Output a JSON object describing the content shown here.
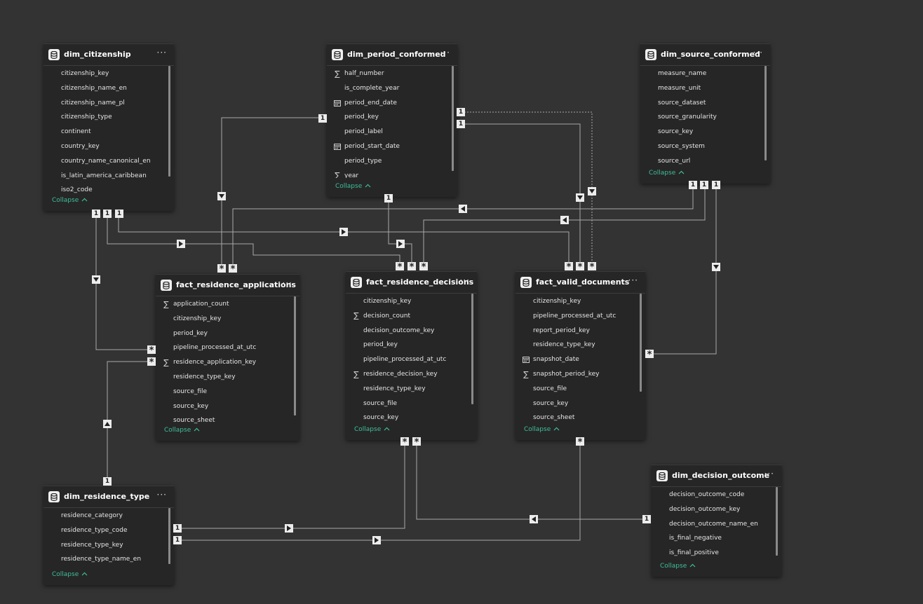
{
  "tables": [
    {
      "id": "dim_citizenship",
      "title": "dim_citizenship",
      "collapse_label": "Collapse",
      "fields": [
        {
          "name": "citizenship_key",
          "icon": ""
        },
        {
          "name": "citizenship_name_en",
          "icon": ""
        },
        {
          "name": "citizenship_name_pl",
          "icon": ""
        },
        {
          "name": "citizenship_type",
          "icon": ""
        },
        {
          "name": "continent",
          "icon": ""
        },
        {
          "name": "country_key",
          "icon": ""
        },
        {
          "name": "country_name_canonical_en",
          "icon": ""
        },
        {
          "name": "is_latin_america_caribbean",
          "icon": ""
        },
        {
          "name": "iso2_code",
          "icon": ""
        }
      ]
    },
    {
      "id": "dim_period_conformed",
      "title": "dim_period_conformed",
      "collapse_label": "Collapse",
      "fields": [
        {
          "name": "half_number",
          "icon": "sigma-icon"
        },
        {
          "name": "is_complete_year",
          "icon": ""
        },
        {
          "name": "period_end_date",
          "icon": "calendar-icon"
        },
        {
          "name": "period_key",
          "icon": ""
        },
        {
          "name": "period_label",
          "icon": ""
        },
        {
          "name": "period_start_date",
          "icon": "calendar-icon"
        },
        {
          "name": "period_type",
          "icon": ""
        },
        {
          "name": "year",
          "icon": "sigma-icon"
        }
      ]
    },
    {
      "id": "dim_source_conformed",
      "title": "dim_source_conformed",
      "collapse_label": "Collapse",
      "fields": [
        {
          "name": "measure_name",
          "icon": ""
        },
        {
          "name": "measure_unit",
          "icon": ""
        },
        {
          "name": "source_dataset",
          "icon": ""
        },
        {
          "name": "source_granularity",
          "icon": ""
        },
        {
          "name": "source_key",
          "icon": ""
        },
        {
          "name": "source_system",
          "icon": ""
        },
        {
          "name": "source_url",
          "icon": ""
        }
      ]
    },
    {
      "id": "fact_residence_applications",
      "title": "fact_residence_applications",
      "collapse_label": "Collapse",
      "fields": [
        {
          "name": "application_count",
          "icon": "sigma-icon"
        },
        {
          "name": "citizenship_key",
          "icon": ""
        },
        {
          "name": "period_key",
          "icon": ""
        },
        {
          "name": "pipeline_processed_at_utc",
          "icon": ""
        },
        {
          "name": "residence_application_key",
          "icon": "sigma-icon"
        },
        {
          "name": "residence_type_key",
          "icon": ""
        },
        {
          "name": "source_file",
          "icon": ""
        },
        {
          "name": "source_key",
          "icon": ""
        },
        {
          "name": "source_sheet",
          "icon": ""
        }
      ]
    },
    {
      "id": "fact_residence_decisions",
      "title": "fact_residence_decisions",
      "collapse_label": "Collapse",
      "fields": [
        {
          "name": "citizenship_key",
          "icon": ""
        },
        {
          "name": "decision_count",
          "icon": "sigma-icon"
        },
        {
          "name": "decision_outcome_key",
          "icon": ""
        },
        {
          "name": "period_key",
          "icon": ""
        },
        {
          "name": "pipeline_processed_at_utc",
          "icon": ""
        },
        {
          "name": "residence_decision_key",
          "icon": "sigma-icon"
        },
        {
          "name": "residence_type_key",
          "icon": ""
        },
        {
          "name": "source_file",
          "icon": ""
        },
        {
          "name": "source_key",
          "icon": ""
        }
      ]
    },
    {
      "id": "fact_valid_documents",
      "title": "fact_valid_documents",
      "collapse_label": "Collapse",
      "fields": [
        {
          "name": "citizenship_key",
          "icon": ""
        },
        {
          "name": "pipeline_processed_at_utc",
          "icon": ""
        },
        {
          "name": "report_period_key",
          "icon": ""
        },
        {
          "name": "residence_type_key",
          "icon": ""
        },
        {
          "name": "snapshot_date",
          "icon": "calendar-icon"
        },
        {
          "name": "snapshot_period_key",
          "icon": "sigma-icon"
        },
        {
          "name": "source_file",
          "icon": ""
        },
        {
          "name": "source_key",
          "icon": ""
        },
        {
          "name": "source_sheet",
          "icon": ""
        }
      ]
    },
    {
      "id": "dim_residence_type",
      "title": "dim_residence_type",
      "collapse_label": "Collapse",
      "fields": [
        {
          "name": "residence_category",
          "icon": ""
        },
        {
          "name": "residence_type_code",
          "icon": ""
        },
        {
          "name": "residence_type_key",
          "icon": ""
        },
        {
          "name": "residence_type_name_en",
          "icon": ""
        }
      ]
    },
    {
      "id": "dim_decision_outcome",
      "title": "dim_decision_outcome",
      "collapse_label": "Collapse",
      "fields": [
        {
          "name": "decision_outcome_code",
          "icon": ""
        },
        {
          "name": "decision_outcome_key",
          "icon": ""
        },
        {
          "name": "decision_outcome_name_en",
          "icon": ""
        },
        {
          "name": "is_final_negative",
          "icon": ""
        },
        {
          "name": "is_final_positive",
          "icon": ""
        }
      ]
    }
  ],
  "markers": {
    "one": "1",
    "many": "*"
  },
  "colors": {
    "background": "#333333",
    "card": "#262626",
    "line": "#a8a8a8",
    "collapse": "#3fbf9a",
    "marker": "#ececec"
  }
}
